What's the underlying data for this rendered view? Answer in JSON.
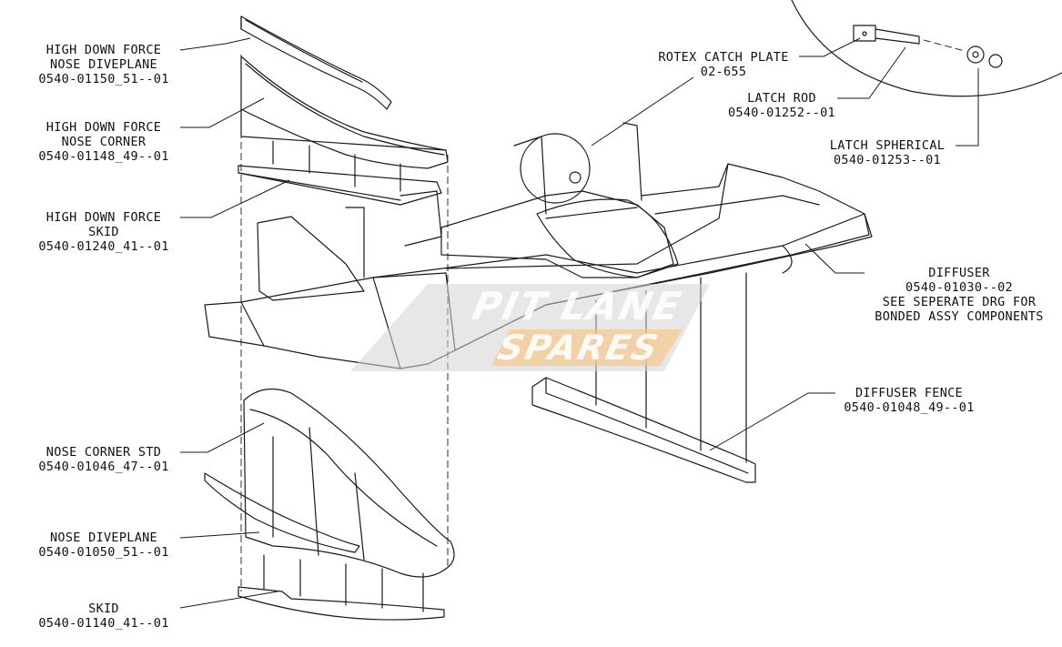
{
  "colors": {
    "line": "#1a1a1a",
    "watermark_grey": "#d3d3d3",
    "watermark_orange": "#f6c88a",
    "background": "#ffffff"
  },
  "watermark": {
    "line1": "PIT LANE",
    "line2": "SPARES"
  },
  "callouts": {
    "hdf_diveplane": {
      "line1": "HIGH DOWN FORCE",
      "line2": "NOSE DIVEPLANE",
      "part": "0540-01150_51--01"
    },
    "hdf_corner": {
      "line1": "HIGH DOWN FORCE",
      "line2": "NOSE CORNER",
      "part": "0540-01148_49--01"
    },
    "hdf_skid": {
      "line1": "HIGH DOWN FORCE",
      "line2": "SKID",
      "part": "0540-01240_41--01"
    },
    "nose_corner_std": {
      "line1": "NOSE CORNER STD",
      "part": "0540-01046_47--01"
    },
    "nose_diveplane": {
      "line1": "NOSE DIVEPLANE",
      "part": "0540-01050_51--01"
    },
    "skid": {
      "line1": "SKID",
      "part": "0540-01140_41--01"
    },
    "rotex_catch_plate": {
      "line1": "ROTEX CATCH PLATE",
      "part": "02-655"
    },
    "latch_rod": {
      "line1": "LATCH ROD",
      "part": "0540-01252--01"
    },
    "latch_spherical": {
      "line1": "LATCH SPHERICAL",
      "part": "0540-01253--01"
    },
    "diffuser": {
      "line1": "DIFFUSER",
      "part": "0540-01030--02",
      "line3": "SEE SEPERATE DRG FOR",
      "line4": "BONDED ASSY COMPONENTS"
    },
    "diffuser_fence": {
      "line1": "DIFFUSER FENCE",
      "part": "0540-01048_49--01"
    }
  }
}
